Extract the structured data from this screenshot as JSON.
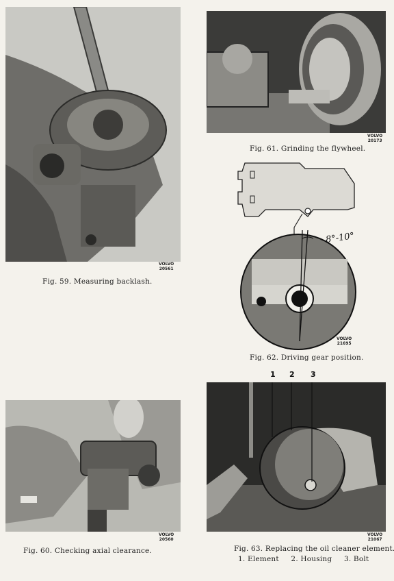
{
  "figures": {
    "fig59": {
      "caption": "Fig. 59. Measuring backlash.",
      "brand": "VOLVO",
      "code": "20561"
    },
    "fig60": {
      "caption": "Fig. 60. Checking axial clearance.",
      "brand": "VOLVO",
      "code": "20560"
    },
    "fig61": {
      "caption": "Fig. 61. Grinding the flywheel.",
      "brand": "VOLVO",
      "code": "20173"
    },
    "fig62": {
      "caption": "Fig. 62. Driving gear position.",
      "brand": "VOLVO",
      "code": "21695",
      "angle_label": "8°-10°"
    },
    "fig63": {
      "caption": "Fig. 63. Replacing the oil cleaner element.",
      "legend": "1. Element     2. Housing     3. Bolt",
      "brand": "VOLVO",
      "code": "21067",
      "callouts": [
        "1",
        "2",
        "3"
      ]
    }
  }
}
